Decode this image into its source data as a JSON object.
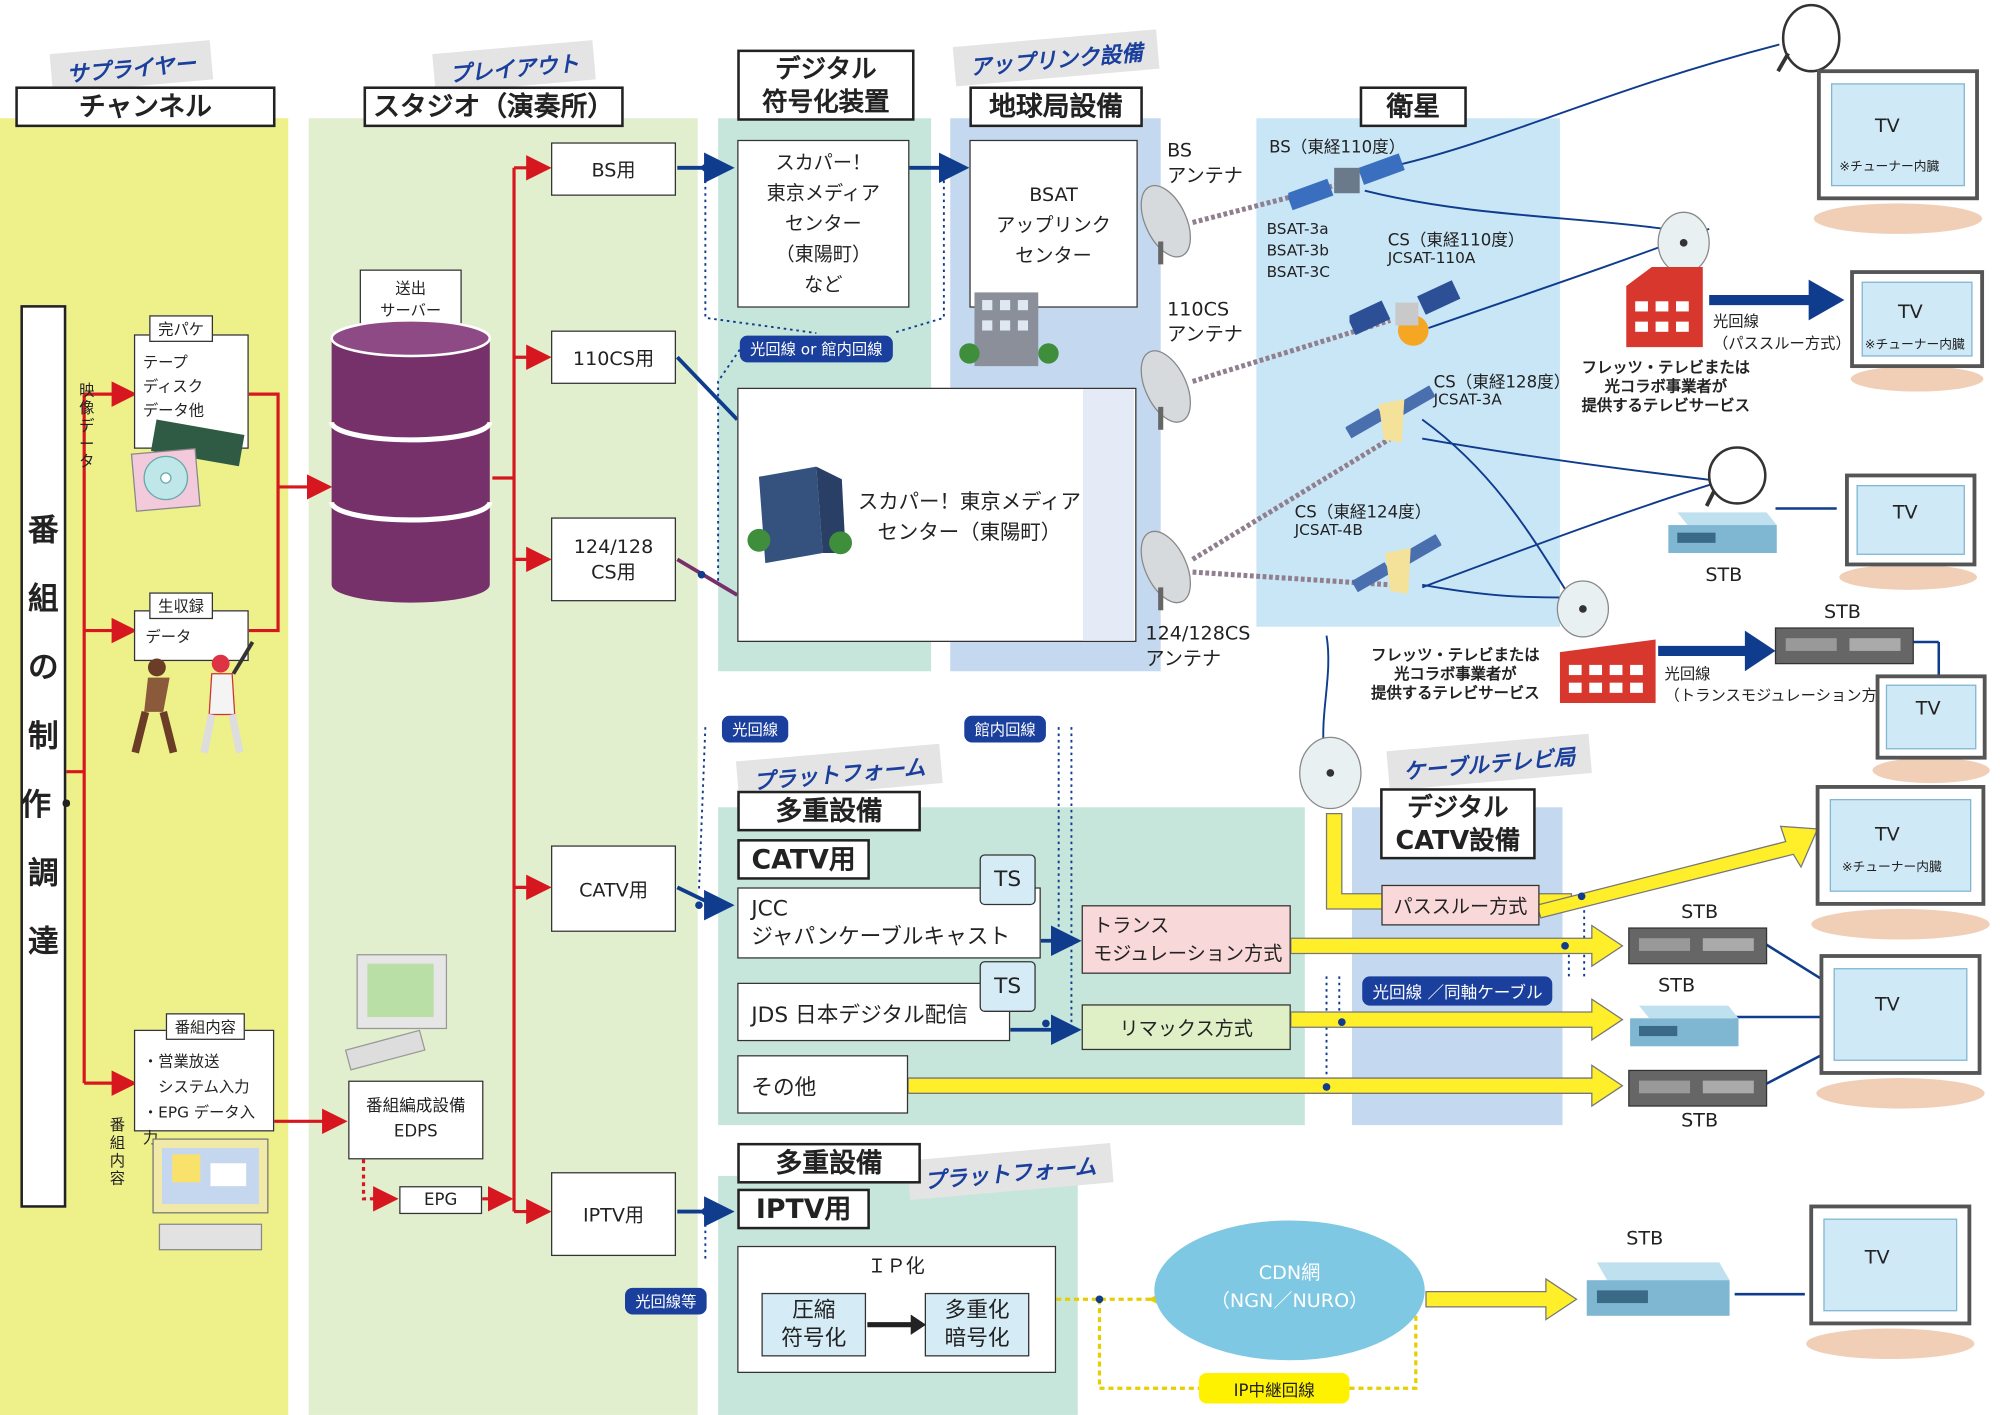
{
  "tags": {
    "supplier": "サプライヤー",
    "playout": "プレイアウト",
    "uplink": "アップリンク設備",
    "platform1": "プラットフォーム",
    "cable": "ケーブルテレビ局",
    "platform2": "プラットフォーム"
  },
  "headers": {
    "channel": "チャンネル",
    "studio": "スタジオ（演奏所）",
    "encoder": "デジタル\n符号化装置",
    "earth": "地球局設備",
    "satellite": "衛星",
    "mux1": "多重設備",
    "catv_use": "CATV用",
    "catv_eq": "デジタル\nCATV設備",
    "mux2": "多重設備",
    "iptv_use": "IPTV用"
  },
  "left": {
    "vertical_title": "番組の制作・調達",
    "video_data": "映像データ",
    "program_content_label": "番組内容",
    "kanpake": "完パケ",
    "kanpake_items": "テープ\nディスク\nデータ他",
    "live": "生収録",
    "live_items": "データ",
    "program": "番組内容",
    "program_items": "・営業放送\n　システム入力\n・EPG データ入力"
  },
  "studio": {
    "server": "送出\nサーバー",
    "edps": "番組編成設備\nEDPS",
    "epg": "EPG",
    "bs": "BS用",
    "cs110": "110CS用",
    "cs124": "124/128\nCS用",
    "catv": "CATV用",
    "iptv": "IPTV用"
  },
  "encoder": {
    "box": "スカパー！\n東京メディア\nセンター\n（東陽町）\nなど",
    "pill": "光回線 or 館内回線",
    "tokyo_media": "スカパー！東京メディア\nセンター（東陽町）"
  },
  "earth": {
    "bsat": "BSAT\nアップリンク\nセンター",
    "bs_antenna": "BS\nアンテナ",
    "cs110_antenna": "110CS\nアンテナ",
    "cs124_antenna": "124/128CS\nアンテナ"
  },
  "satellites": {
    "bs": "BS（東経110度）",
    "bs_names": "BSAT-3a\nBSAT-3b\nBSAT-3C",
    "cs110": "CS（東経110度）",
    "cs110_name": "JCSAT-110A",
    "cs128": "CS（東経128度）",
    "cs128_name": "JCSAT-3A",
    "cs124": "CS（東経124度）",
    "cs124_name": "JCSAT-4B"
  },
  "receivers": {
    "tv": "TV",
    "tuner_note": "※チューナー内臓",
    "stb": "STB",
    "optical_pass": "光回線\n（パススルー方式）",
    "flets1": "フレッツ・テレビまたは\n光コラボ事業者が\n提供するテレビサービス",
    "flets2": "フレッツ・テレビまたは\n光コラボ事業者が\n提供するテレビサービス",
    "optical_trans": "光回線\n（トランスモジュレーション方式）"
  },
  "catv": {
    "pill_optical": "光回線",
    "pill_inhouse": "館内回線",
    "jcc": "JCC\nジャパンケーブルキャスト",
    "jds": "JDS 日本デジタル配信",
    "other": "その他",
    "ts": "TS",
    "trans": "トランス\nモジュレーション方式",
    "remux": "リマックス方式",
    "passthrough": "パススルー方式",
    "coax_pill": "光回線 ／同軸ケーブル"
  },
  "iptv": {
    "pill": "光回線等",
    "ip": "ＩＰ化",
    "compress": "圧縮\n符号化",
    "mux_enc": "多重化\n暗号化",
    "cdn": "CDN網\n（NGN／NURO）",
    "relay": "IP中継回線"
  },
  "colors": {
    "yellow_panel": "#eef08a",
    "green_panel": "#e2efce",
    "teal_panel": "#c6e6dc",
    "blue_panel": "#c4d9ef",
    "sky_panel": "#c9e6f7",
    "red_line": "#d7171f",
    "navy_line": "#0f3c8c",
    "yellow_arrow": "#ffef2a",
    "server_purple": "#76306a"
  }
}
